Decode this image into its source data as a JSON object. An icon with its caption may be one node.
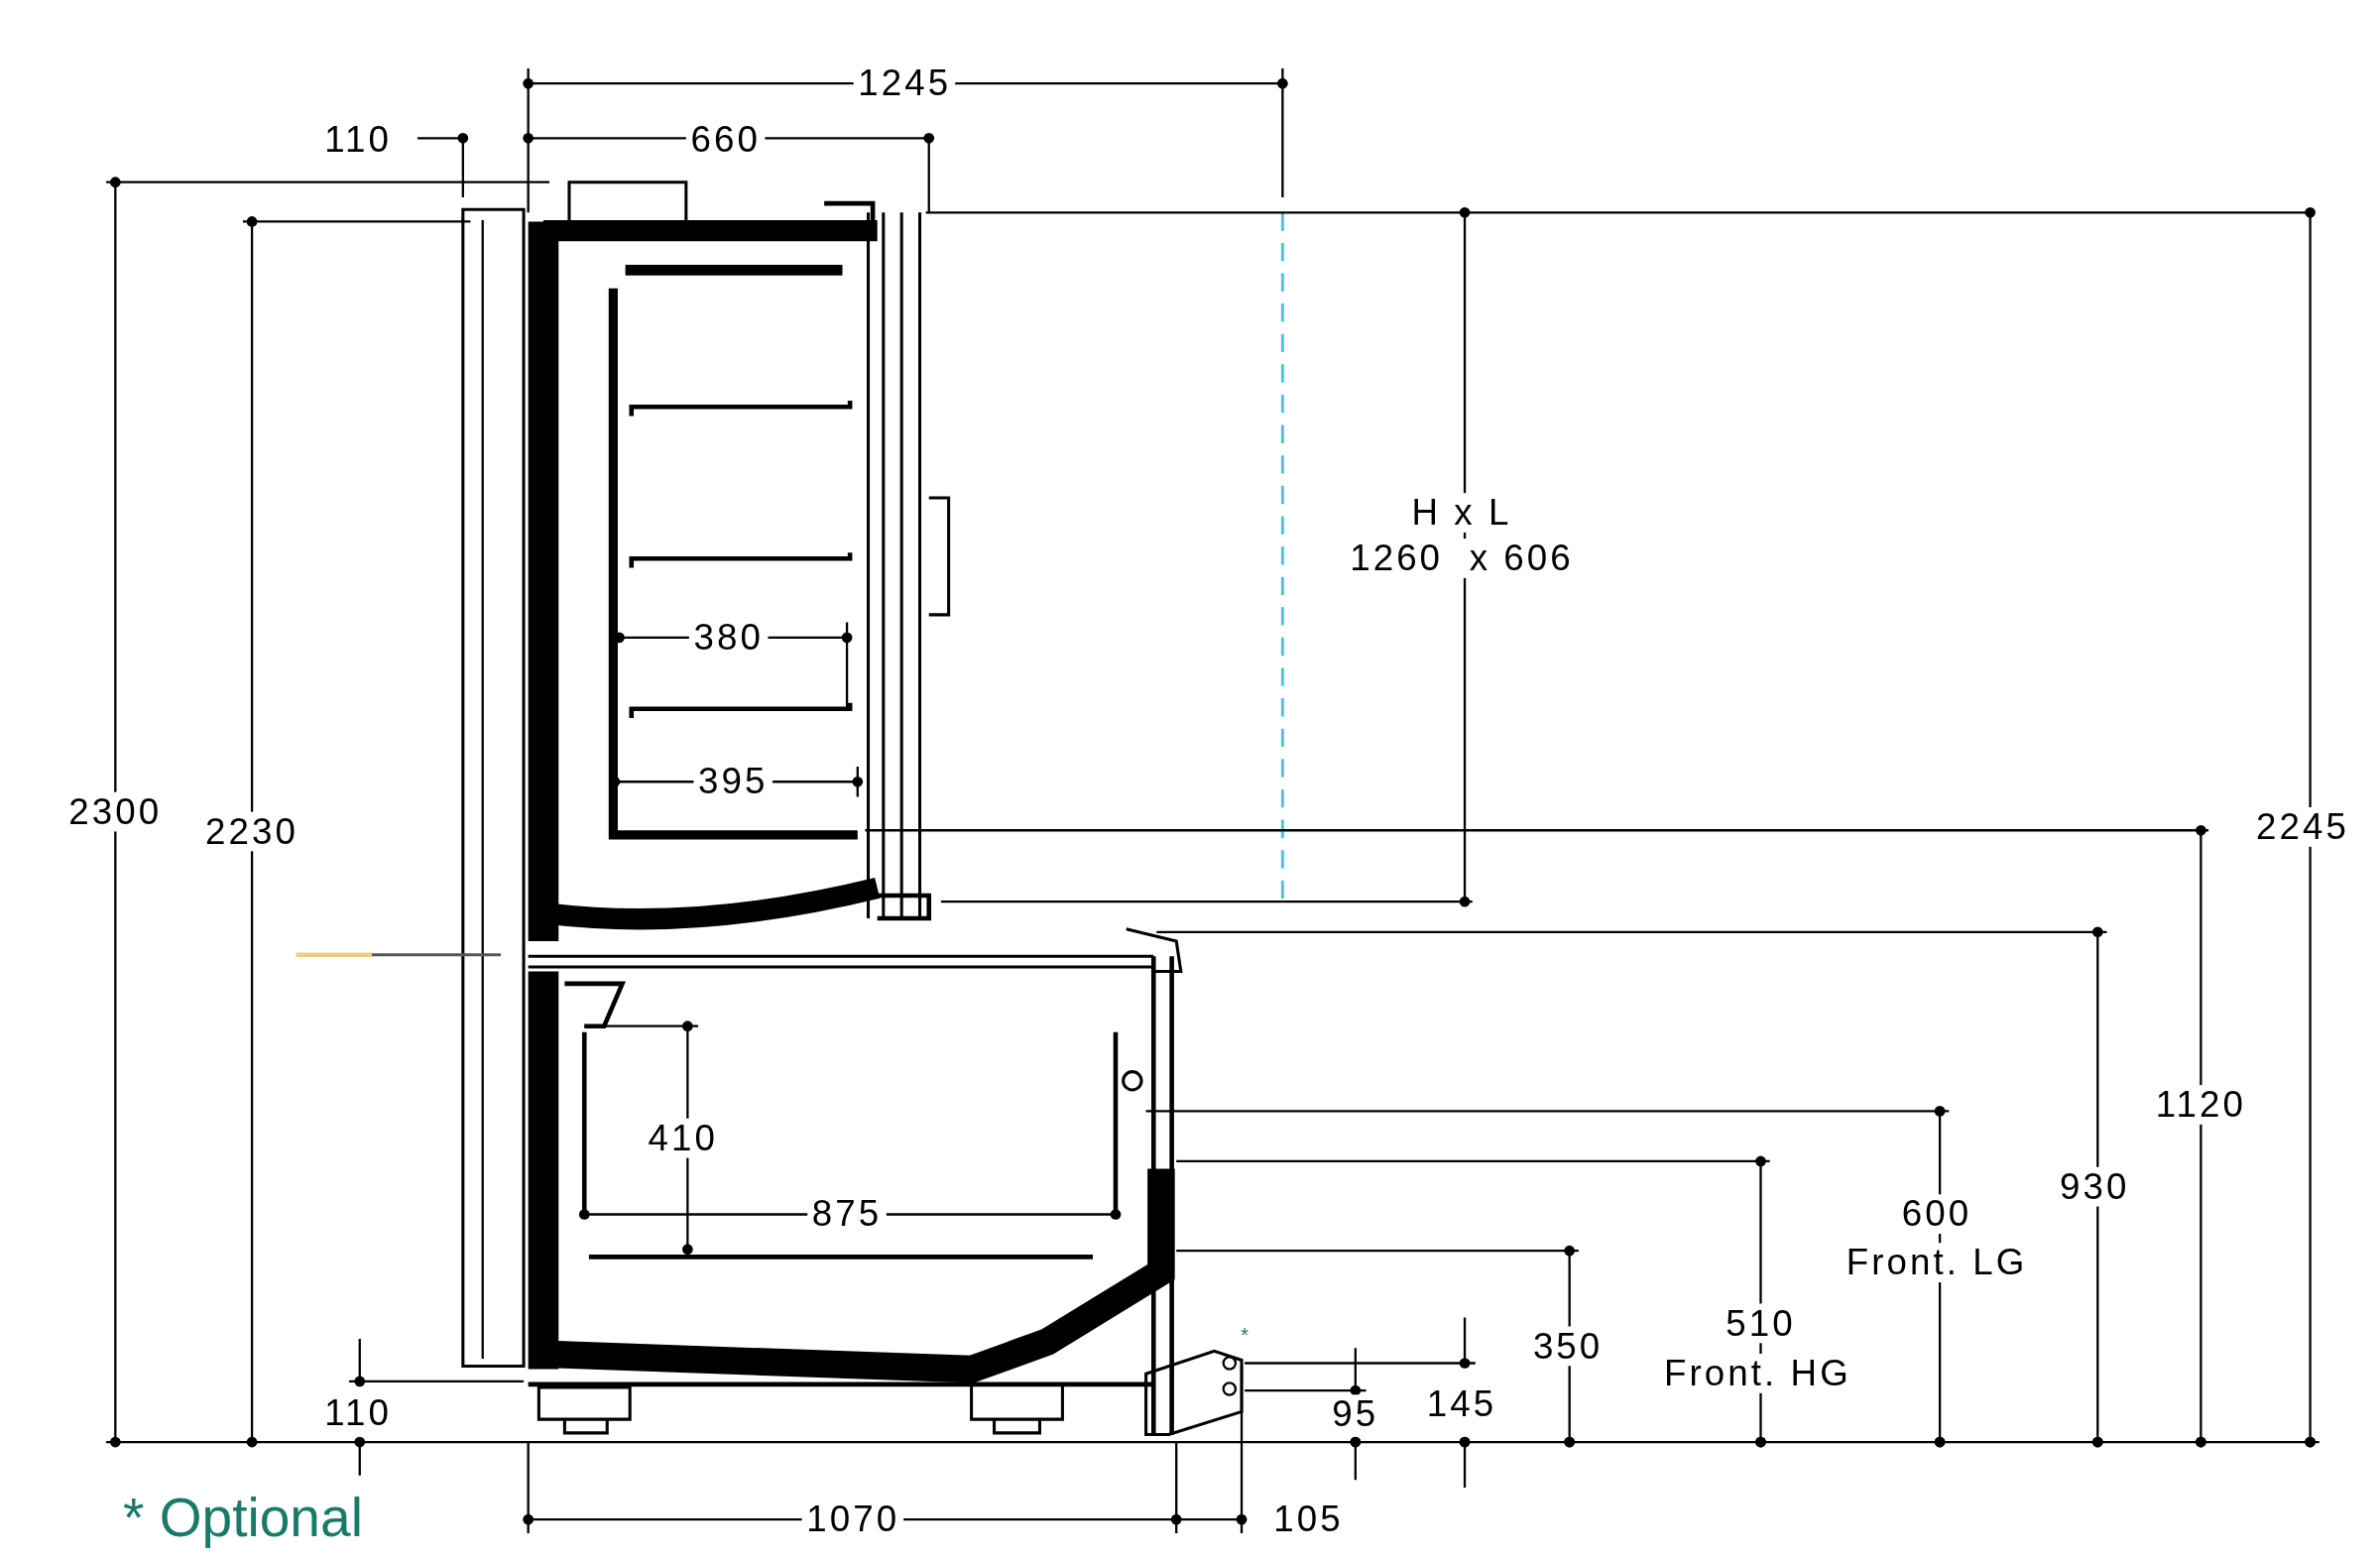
{
  "diagram": {
    "labels": [
      "1245",
      "110",
      "660",
      "2300",
      "2230",
      "H x L",
      "1260  x 606",
      "380",
      "395",
      "2245",
      "410",
      "1120",
      "875",
      "600",
      "Front. LG",
      "930",
      "510",
      "Front. HG",
      "350",
      "*",
      "110",
      "95",
      "145",
      "1070",
      "105",
      "* Optional"
    ]
  }
}
